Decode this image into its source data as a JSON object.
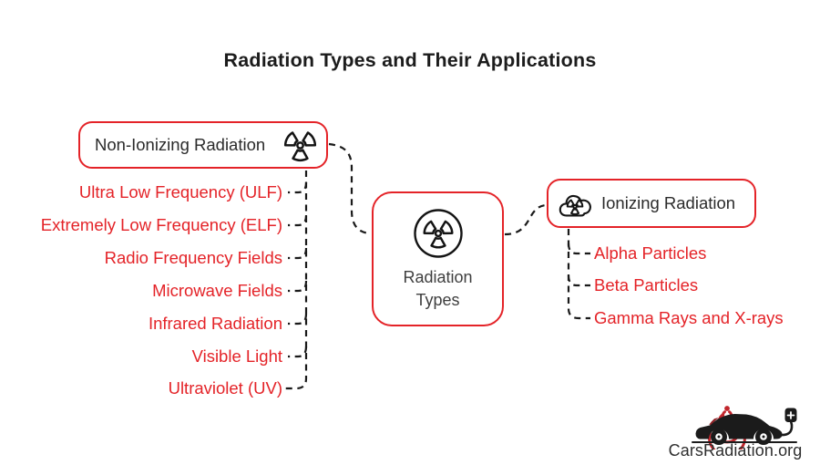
{
  "title": "Radiation Types and Their Applications",
  "center_node": {
    "label": "Radiation Types",
    "icon": "radiation-circle-icon"
  },
  "left_branch": {
    "label": "Non-Ionizing Radiation",
    "icon": "radiation-trefoil-icon",
    "items": [
      "Ultra Low Frequency (ULF)",
      "Extremely Low Frequency (ELF)",
      "Radio Frequency Fields",
      "Microwave Fields",
      "Infrared Radiation",
      "Visible Light",
      "Ultraviolet (UV)"
    ]
  },
  "right_branch": {
    "label": "Ionizing Radiation",
    "icon": "radiation-cloud-icon",
    "items": [
      "Alpha Particles",
      "Beta Particles",
      "Gamma Rays and X-rays"
    ]
  },
  "footer": {
    "brand": "CarsRadiation.org",
    "logo_icon": "car-radiation-logo"
  },
  "colors": {
    "accent_red": "#e42328",
    "item_text_red": "#e42328",
    "title_text": "#1c1c1c",
    "node_text": "#3f3f3f",
    "connector_black": "#1a1a1a",
    "logo_wave_red": "#c1272d",
    "logo_car_black": "#1b1b1b"
  }
}
